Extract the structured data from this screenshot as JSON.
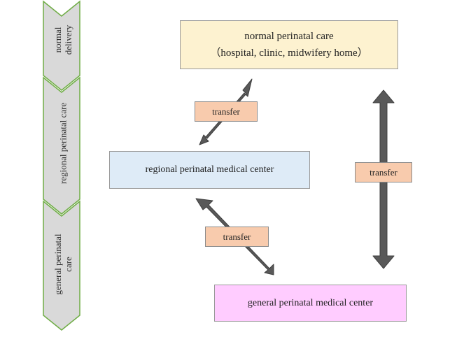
{
  "levels": [
    {
      "label": "normal delivery"
    },
    {
      "label": "regional perinatal care"
    },
    {
      "label": "general perinatal care"
    }
  ],
  "boxes": {
    "normal": {
      "line1": "normal perinatal care",
      "line2": "（hospital, clinic, midwifery home）"
    },
    "regional": {
      "label": "regional perinatal medical center"
    },
    "general": {
      "label": "general perinatal medical center"
    }
  },
  "transfers": {
    "normal_regional": "transfer",
    "normal_general": "transfer",
    "regional_general": "transfer"
  },
  "colors": {
    "chevron_fill": "#d9d9d9",
    "chevron_border": "#70ad47",
    "normal_box": "#fdf2d0",
    "regional_box": "#deebf7",
    "general_box": "#ffccff",
    "transfer_box": "#f8cbad",
    "arrow": "#595959"
  }
}
